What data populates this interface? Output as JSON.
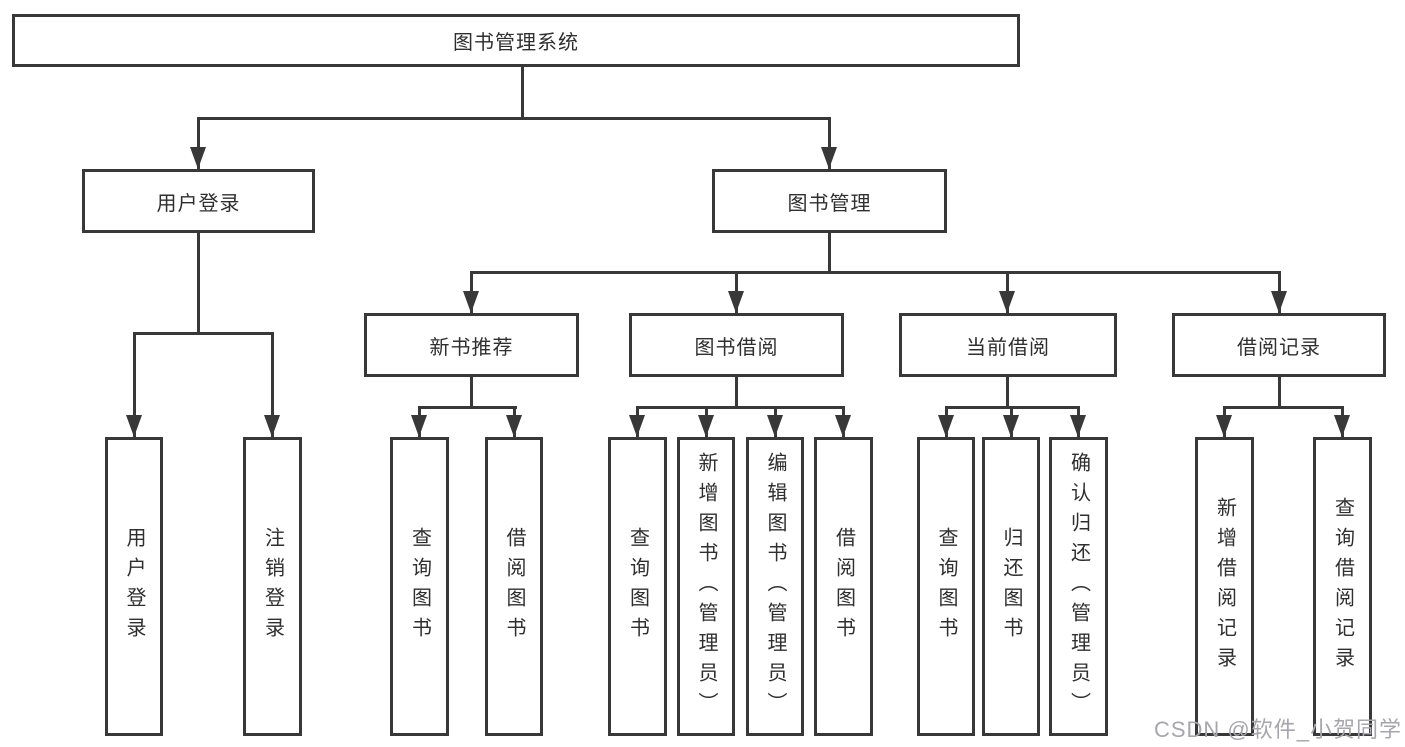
{
  "diagram": {
    "root": {
      "label": "图书管理系统"
    },
    "level2": [
      {
        "label": "用户登录"
      },
      {
        "label": "图书管理"
      }
    ],
    "level3": [
      {
        "label": "新书推荐"
      },
      {
        "label": "图书借阅"
      },
      {
        "label": "当前借阅"
      },
      {
        "label": "借阅记录"
      }
    ],
    "leaves": [
      {
        "label": "用户登录"
      },
      {
        "label": "注销登录"
      },
      {
        "label": "查询图书"
      },
      {
        "label": "借阅图书"
      },
      {
        "label": "查询图书"
      },
      {
        "label": "新增图书（管理员）"
      },
      {
        "label": "编辑图书（管理员）"
      },
      {
        "label": "借阅图书"
      },
      {
        "label": "查询图书"
      },
      {
        "label": "归还图书"
      },
      {
        "label": "确认归还（管理员）"
      },
      {
        "label": "新增借阅记录"
      },
      {
        "label": "查询借阅记录"
      }
    ],
    "colors": {
      "line": "#383838",
      "box_border": "#383838",
      "text": "#2f2f2f",
      "watermark": "#a6a6ad",
      "background": "#ffffff"
    }
  },
  "watermark": {
    "text": "CSDN @软件_小贺同学"
  }
}
